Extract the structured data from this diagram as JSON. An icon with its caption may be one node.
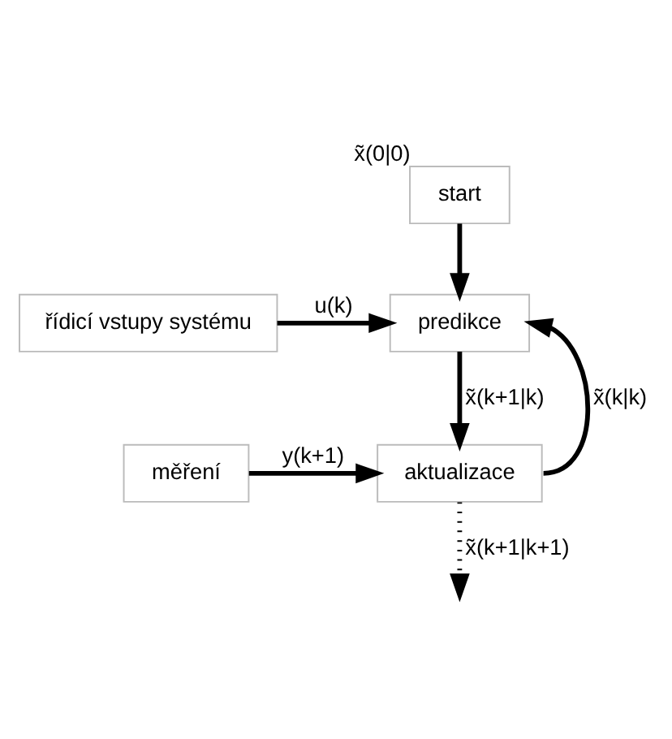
{
  "diagram": {
    "nodes": [
      {
        "text": [
          "start"
        ],
        "beside": [
          "x̃(0|0)"
        ]
      },
      {
        "text": [
          "řídicí vstupy systému"
        ]
      },
      {
        "text": [
          "predikce"
        ]
      },
      {
        "text": [
          "měření"
        ]
      },
      {
        "text": [
          "aktualizace"
        ]
      }
    ],
    "edges": [
      {
        "from": 0,
        "to": 2,
        "arrow": "to"
      },
      {
        "from": 1,
        "to": 2,
        "arrow": "to",
        "label": "u(k)"
      },
      {
        "from": 4,
        "to": 2,
        "arrow": "to",
        "label": "x̃(k|k)"
      },
      {
        "from": 2,
        "to": 4,
        "arrow": "to",
        "label": "x̃(k+1|k)"
      },
      {
        "from": 3,
        "to": 4,
        "arrow": "to",
        "label": "y(k+1)"
      },
      {
        "from": 4,
        "to": null,
        "arrow": "to",
        "style": "dashed",
        "label": "x̃(k+1|k+1)"
      }
    ]
  }
}
